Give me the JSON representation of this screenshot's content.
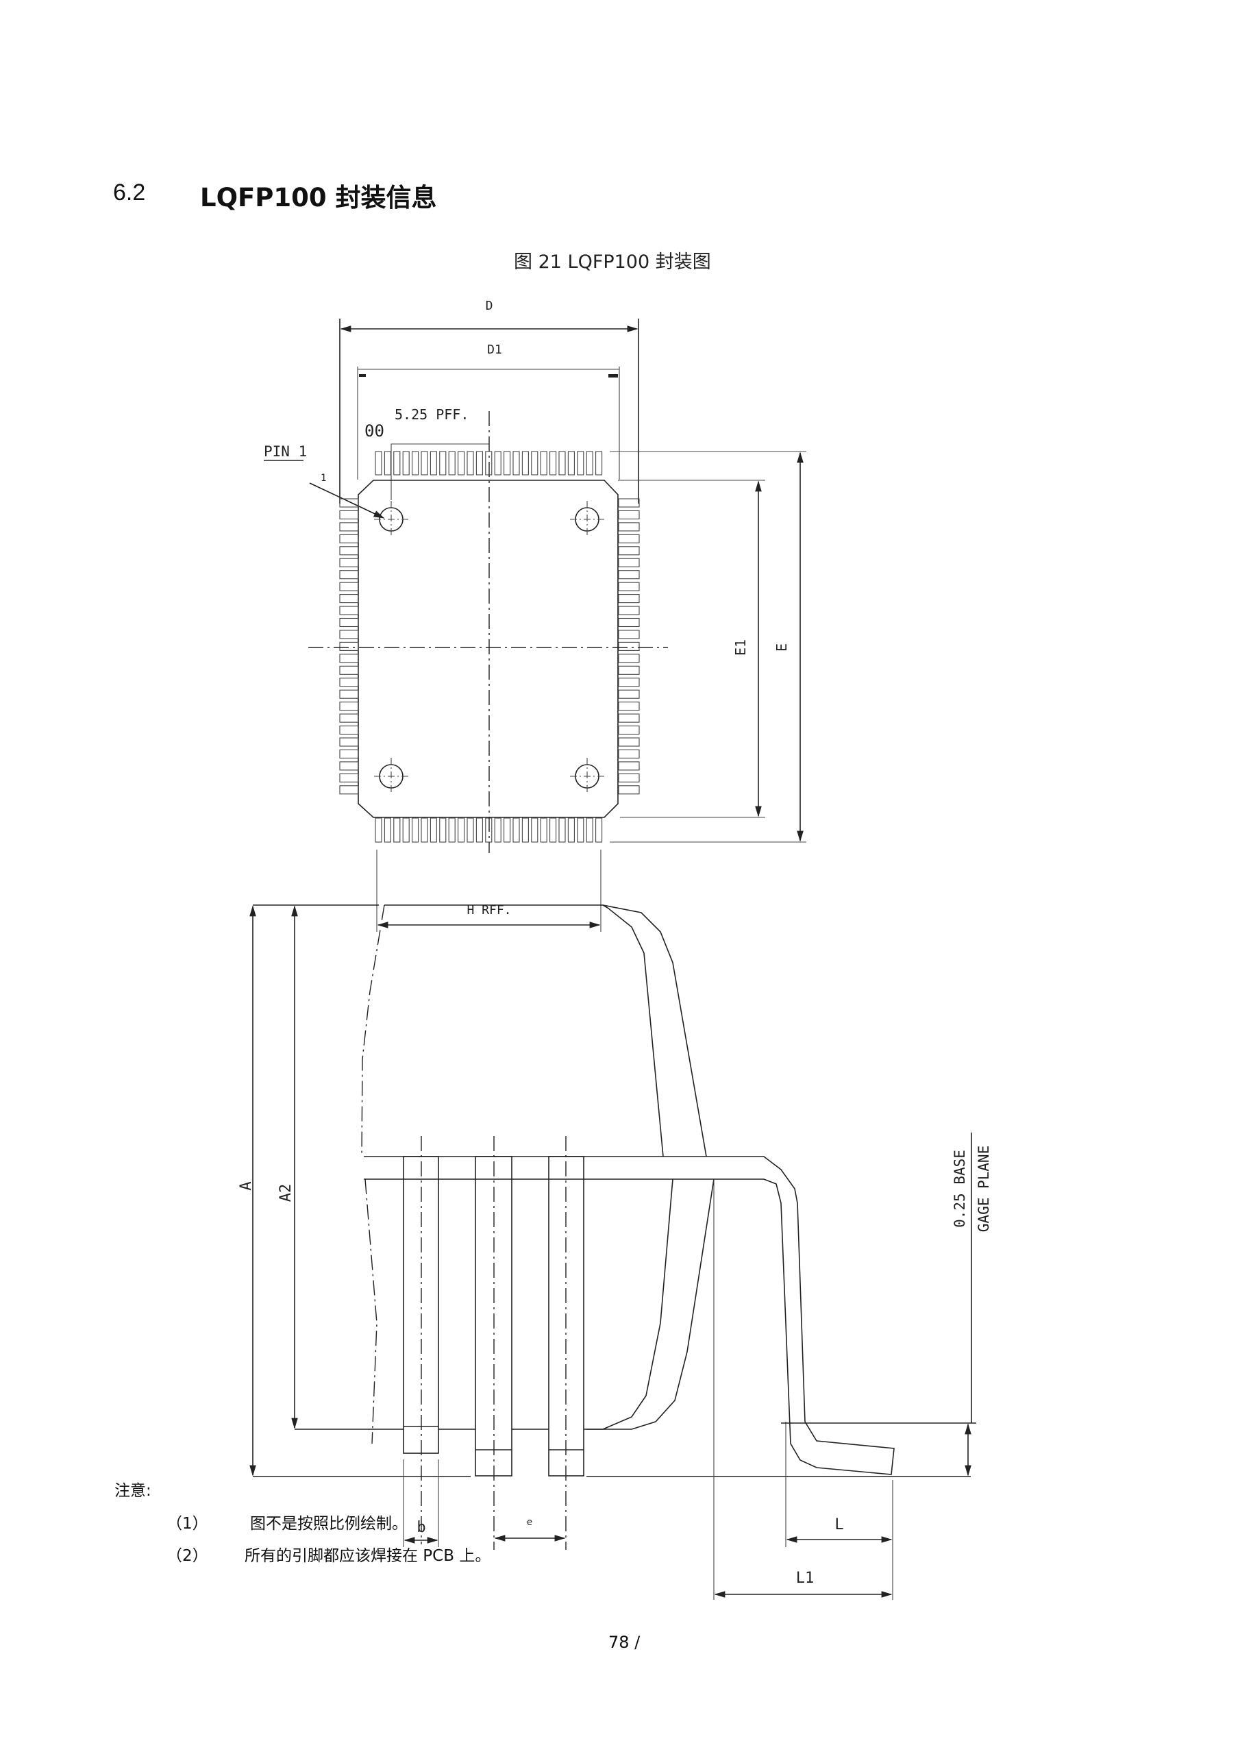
{
  "section": {
    "number": "6.2",
    "title": "LQFP100 封装信息"
  },
  "figure": {
    "caption": "图 21 LQFP100 封装图"
  },
  "top_view": {
    "labels": {
      "D": "D",
      "D1": "D1",
      "pitch_ref": "5.25 PFF.",
      "zero": "00",
      "pin1": "PIN 1",
      "pin1_number": "1",
      "E1": "E1",
      "E": "E",
      "h_ref": "H RFF."
    }
  },
  "side_view": {
    "labels": {
      "A": "A",
      "A2": "A2",
      "b": "b",
      "e": "e",
      "L": "L",
      "L1": "L1",
      "base": "0.25 BASE",
      "gage": "GAGE PLANE"
    }
  },
  "notes": {
    "heading": "注意:",
    "items": [
      {
        "num": "（1）",
        "text": "图不是按照比例绘制。"
      },
      {
        "num": "（2）",
        "text": "所有的引脚都应该焊接在 PCB 上。"
      }
    ]
  },
  "footer": {
    "page": "78 /"
  }
}
